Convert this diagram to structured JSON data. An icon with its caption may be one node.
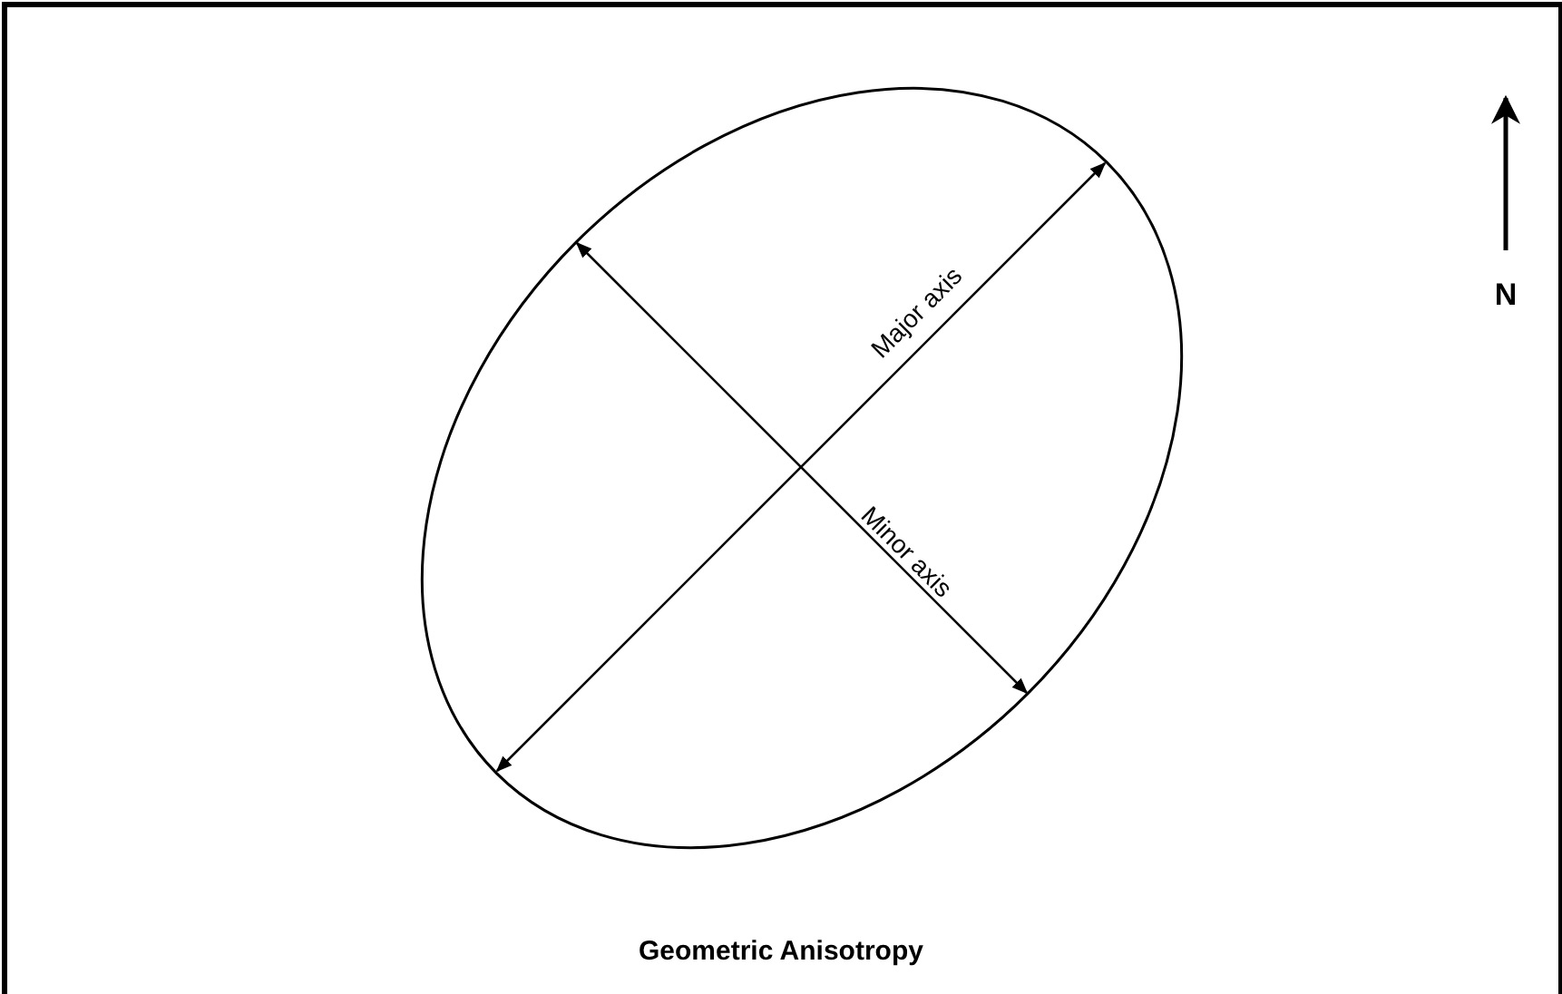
{
  "diagram": {
    "title": "Geometric Anisotropy",
    "labels": [
      "N",
      "Major axis",
      "Minor axis"
    ]
  }
}
